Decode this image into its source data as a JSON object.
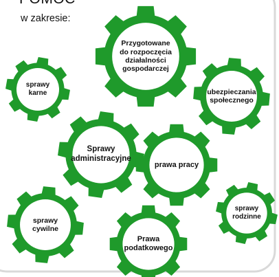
{
  "heading": {
    "title": "POMOC",
    "subtitle": "w zakresie:"
  },
  "colors": {
    "gear": "#1f9a2b",
    "gear_inner": "#ffffff",
    "text": "#111111",
    "frame": "#d9d9d9"
  },
  "gears": [
    {
      "id": "dzialalnosc",
      "label": "Przygotowane\ndo rozpoczęcia\ndziałalności\ngospodarczej"
    },
    {
      "id": "karne",
      "label": "sprawy\nkarne"
    },
    {
      "id": "ubezpieczenia",
      "label": "ubezpieczania\nspołecznego"
    },
    {
      "id": "administracyjne",
      "label": "Sprawy\nadministracyjne"
    },
    {
      "id": "pracy",
      "label": "prawa pracy"
    },
    {
      "id": "rodzinne",
      "label": "sprawy\nrodzinne"
    },
    {
      "id": "cywilne",
      "label": "sprawy\ncywilne"
    },
    {
      "id": "podatkowe",
      "label": "Prawa\npodatkowego"
    }
  ]
}
